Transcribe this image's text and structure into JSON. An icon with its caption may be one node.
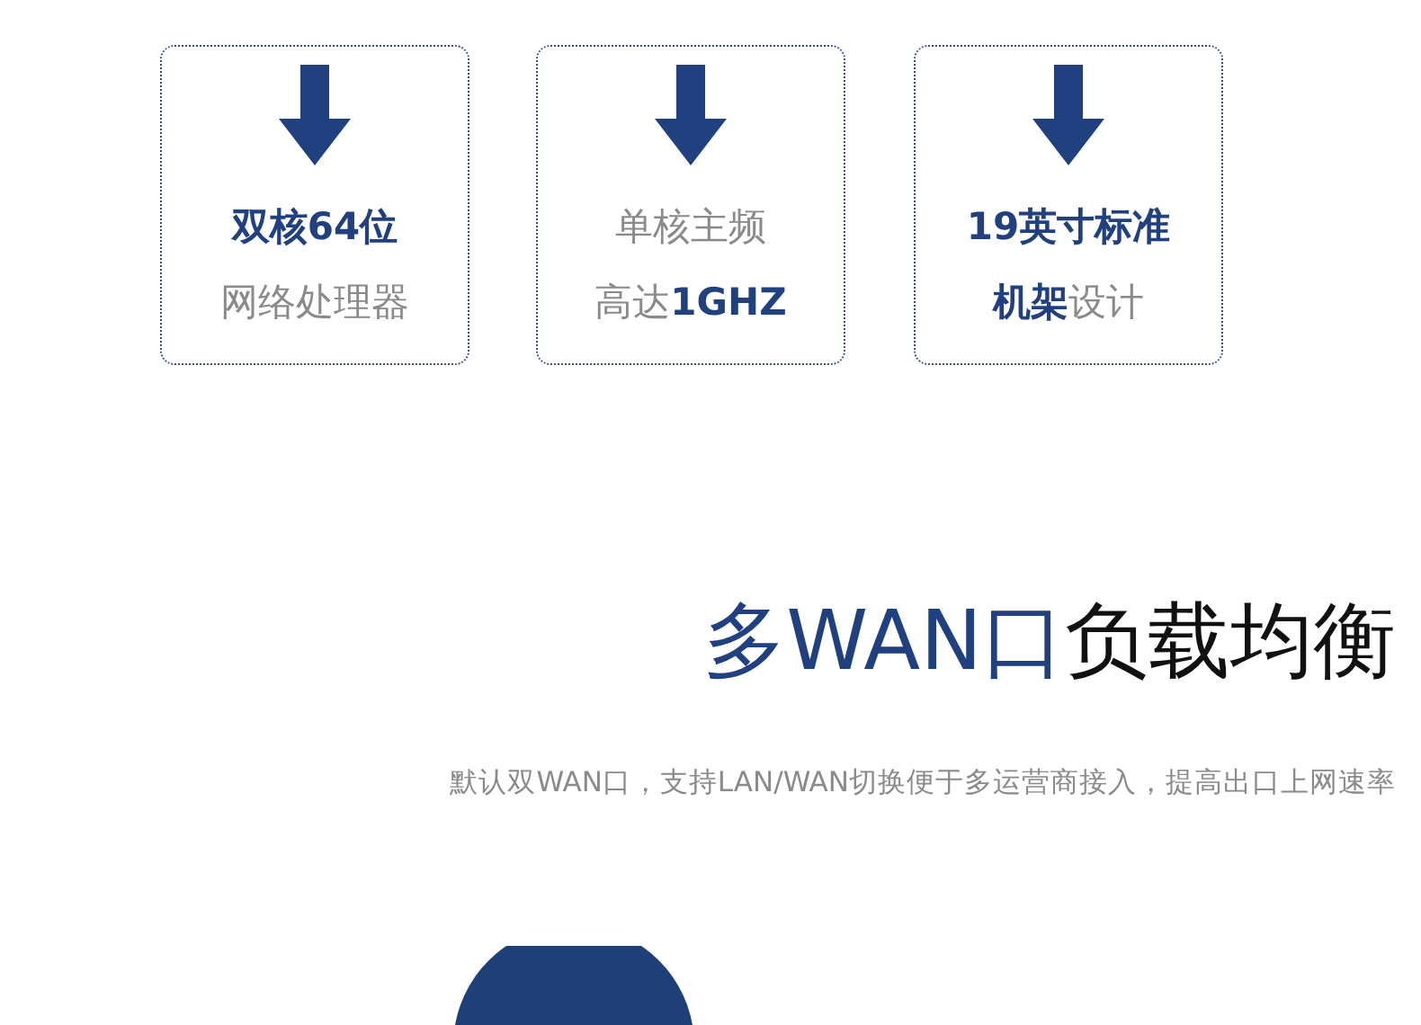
{
  "diagram": {
    "title": "多WAN口负载均衡",
    "caption": "默认双WAN口，支持LAN/WAN切换便于多运营商接入，提高出口上网速率",
    "nodes": [
      {
        "text": [
          "双核64位",
          "网络处理器"
        ]
      },
      {
        "text": [
          "单核主频",
          "高达**1GHZ**"
        ]
      },
      {
        "text": [
          "19英寸标准",
          "**机架**设计"
        ]
      },
      {
        "text": [],
        "shape": "semicircle"
      }
    ]
  }
}
